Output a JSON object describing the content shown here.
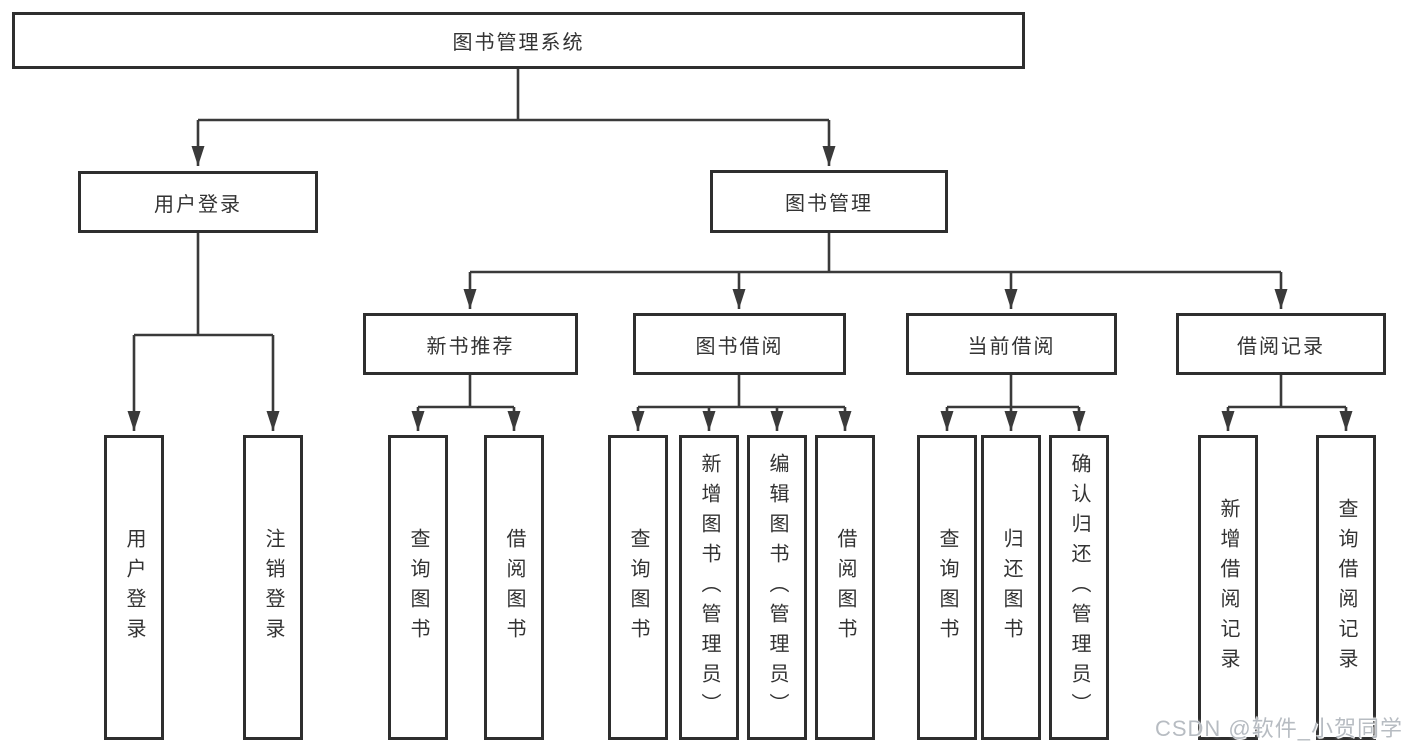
{
  "colors": {
    "line": "#3a3a3a",
    "border": "#2e2e2e",
    "text": "#333333",
    "box_bg": "#ffffff",
    "watermark": "#b7bcc2"
  },
  "diagram": {
    "root": {
      "label": "图书管理系统"
    },
    "branches": [
      {
        "label": "用户登录",
        "children": [
          {
            "label": "用户登录"
          },
          {
            "label": "注销登录"
          }
        ]
      },
      {
        "label": "图书管理",
        "children": [
          {
            "label": "新书推荐",
            "children": [
              {
                "label": "查询图书"
              },
              {
                "label": "借阅图书"
              }
            ]
          },
          {
            "label": "图书借阅",
            "children": [
              {
                "label": "查询图书"
              },
              {
                "label": "新增图书（管理员）"
              },
              {
                "label": "编辑图书（管理员）"
              },
              {
                "label": "借阅图书"
              }
            ]
          },
          {
            "label": "当前借阅",
            "children": [
              {
                "label": "查询图书"
              },
              {
                "label": "归还图书"
              },
              {
                "label": "确认归还（管理员）"
              }
            ]
          },
          {
            "label": "借阅记录",
            "children": [
              {
                "label": "新增借阅记录"
              },
              {
                "label": "查询借阅记录"
              }
            ]
          }
        ]
      }
    ]
  },
  "watermark": {
    "text": "CSDN @软件_小贺同学"
  }
}
